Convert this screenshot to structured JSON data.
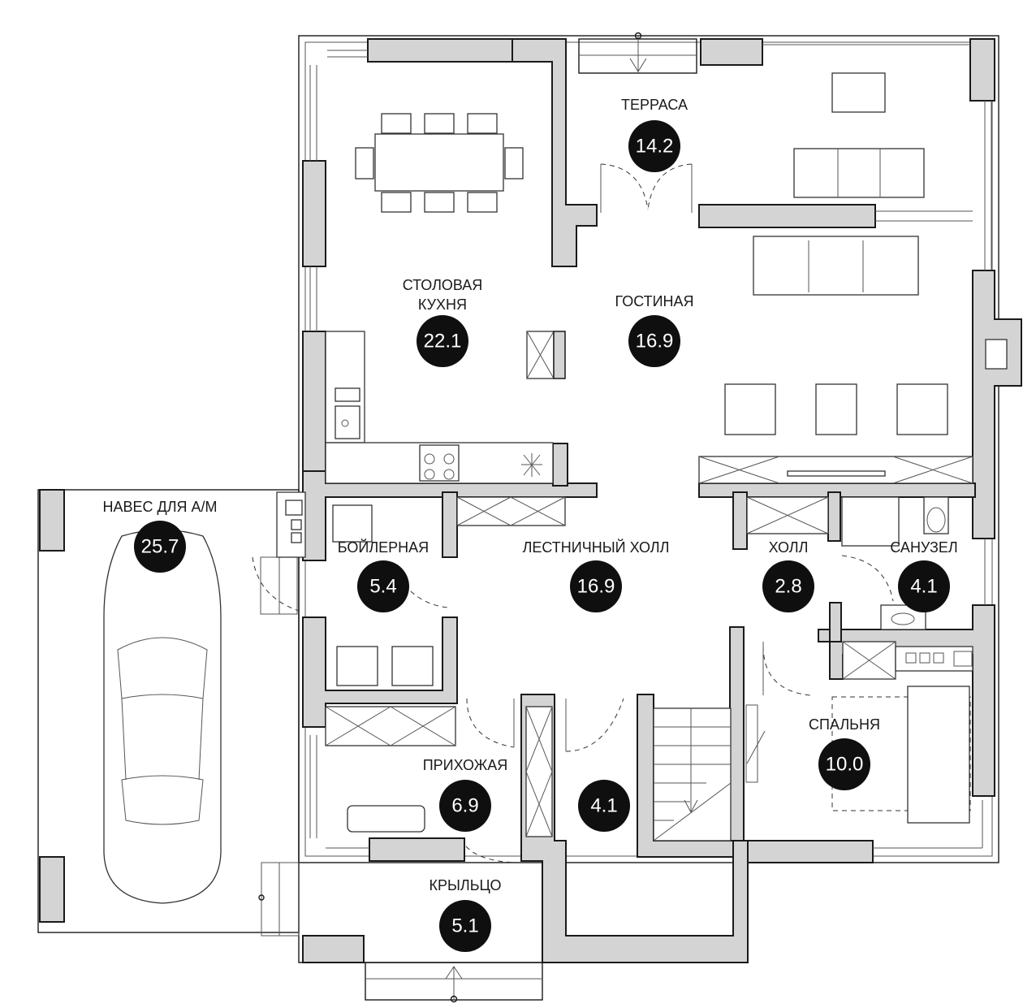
{
  "rooms": [
    {
      "id": "terrace",
      "label_lines": [
        "ТЕРРАСА"
      ],
      "area": "14.2"
    },
    {
      "id": "dining-kitchen",
      "label_lines": [
        "СТОЛОВАЯ",
        "КУХНЯ"
      ],
      "area": "22.1"
    },
    {
      "id": "living",
      "label_lines": [
        "ГОСТИНАЯ"
      ],
      "area": "16.9"
    },
    {
      "id": "carport",
      "label_lines": [
        "НАВЕС ДЛЯ А/М"
      ],
      "area": "25.7"
    },
    {
      "id": "boiler",
      "label_lines": [
        "БОЙЛЕРНАЯ"
      ],
      "area": "5.4"
    },
    {
      "id": "stair-hall",
      "label_lines": [
        "ЛЕСТНИЧНЫЙ ХОЛЛ"
      ],
      "area": "16.9"
    },
    {
      "id": "hall",
      "label_lines": [
        "ХОЛЛ"
      ],
      "area": "2.8"
    },
    {
      "id": "bathroom",
      "label_lines": [
        "САНУЗЕЛ"
      ],
      "area": "4.1"
    },
    {
      "id": "bedroom",
      "label_lines": [
        "СПАЛЬНЯ"
      ],
      "area": "10.0"
    },
    {
      "id": "entrance-hall",
      "label_lines": [
        "ПРИХОЖАЯ"
      ],
      "area": "6.9"
    },
    {
      "id": "corridor",
      "label_lines": [],
      "area": "4.1"
    },
    {
      "id": "porch",
      "label_lines": [
        "КРЫЛЬЦО"
      ],
      "area": "5.1"
    }
  ],
  "colors": {
    "wall_fill": "#d4d4d4",
    "line": "#1a1a1a",
    "badge": "#0f0f0f",
    "badge_text": "#ffffff"
  }
}
